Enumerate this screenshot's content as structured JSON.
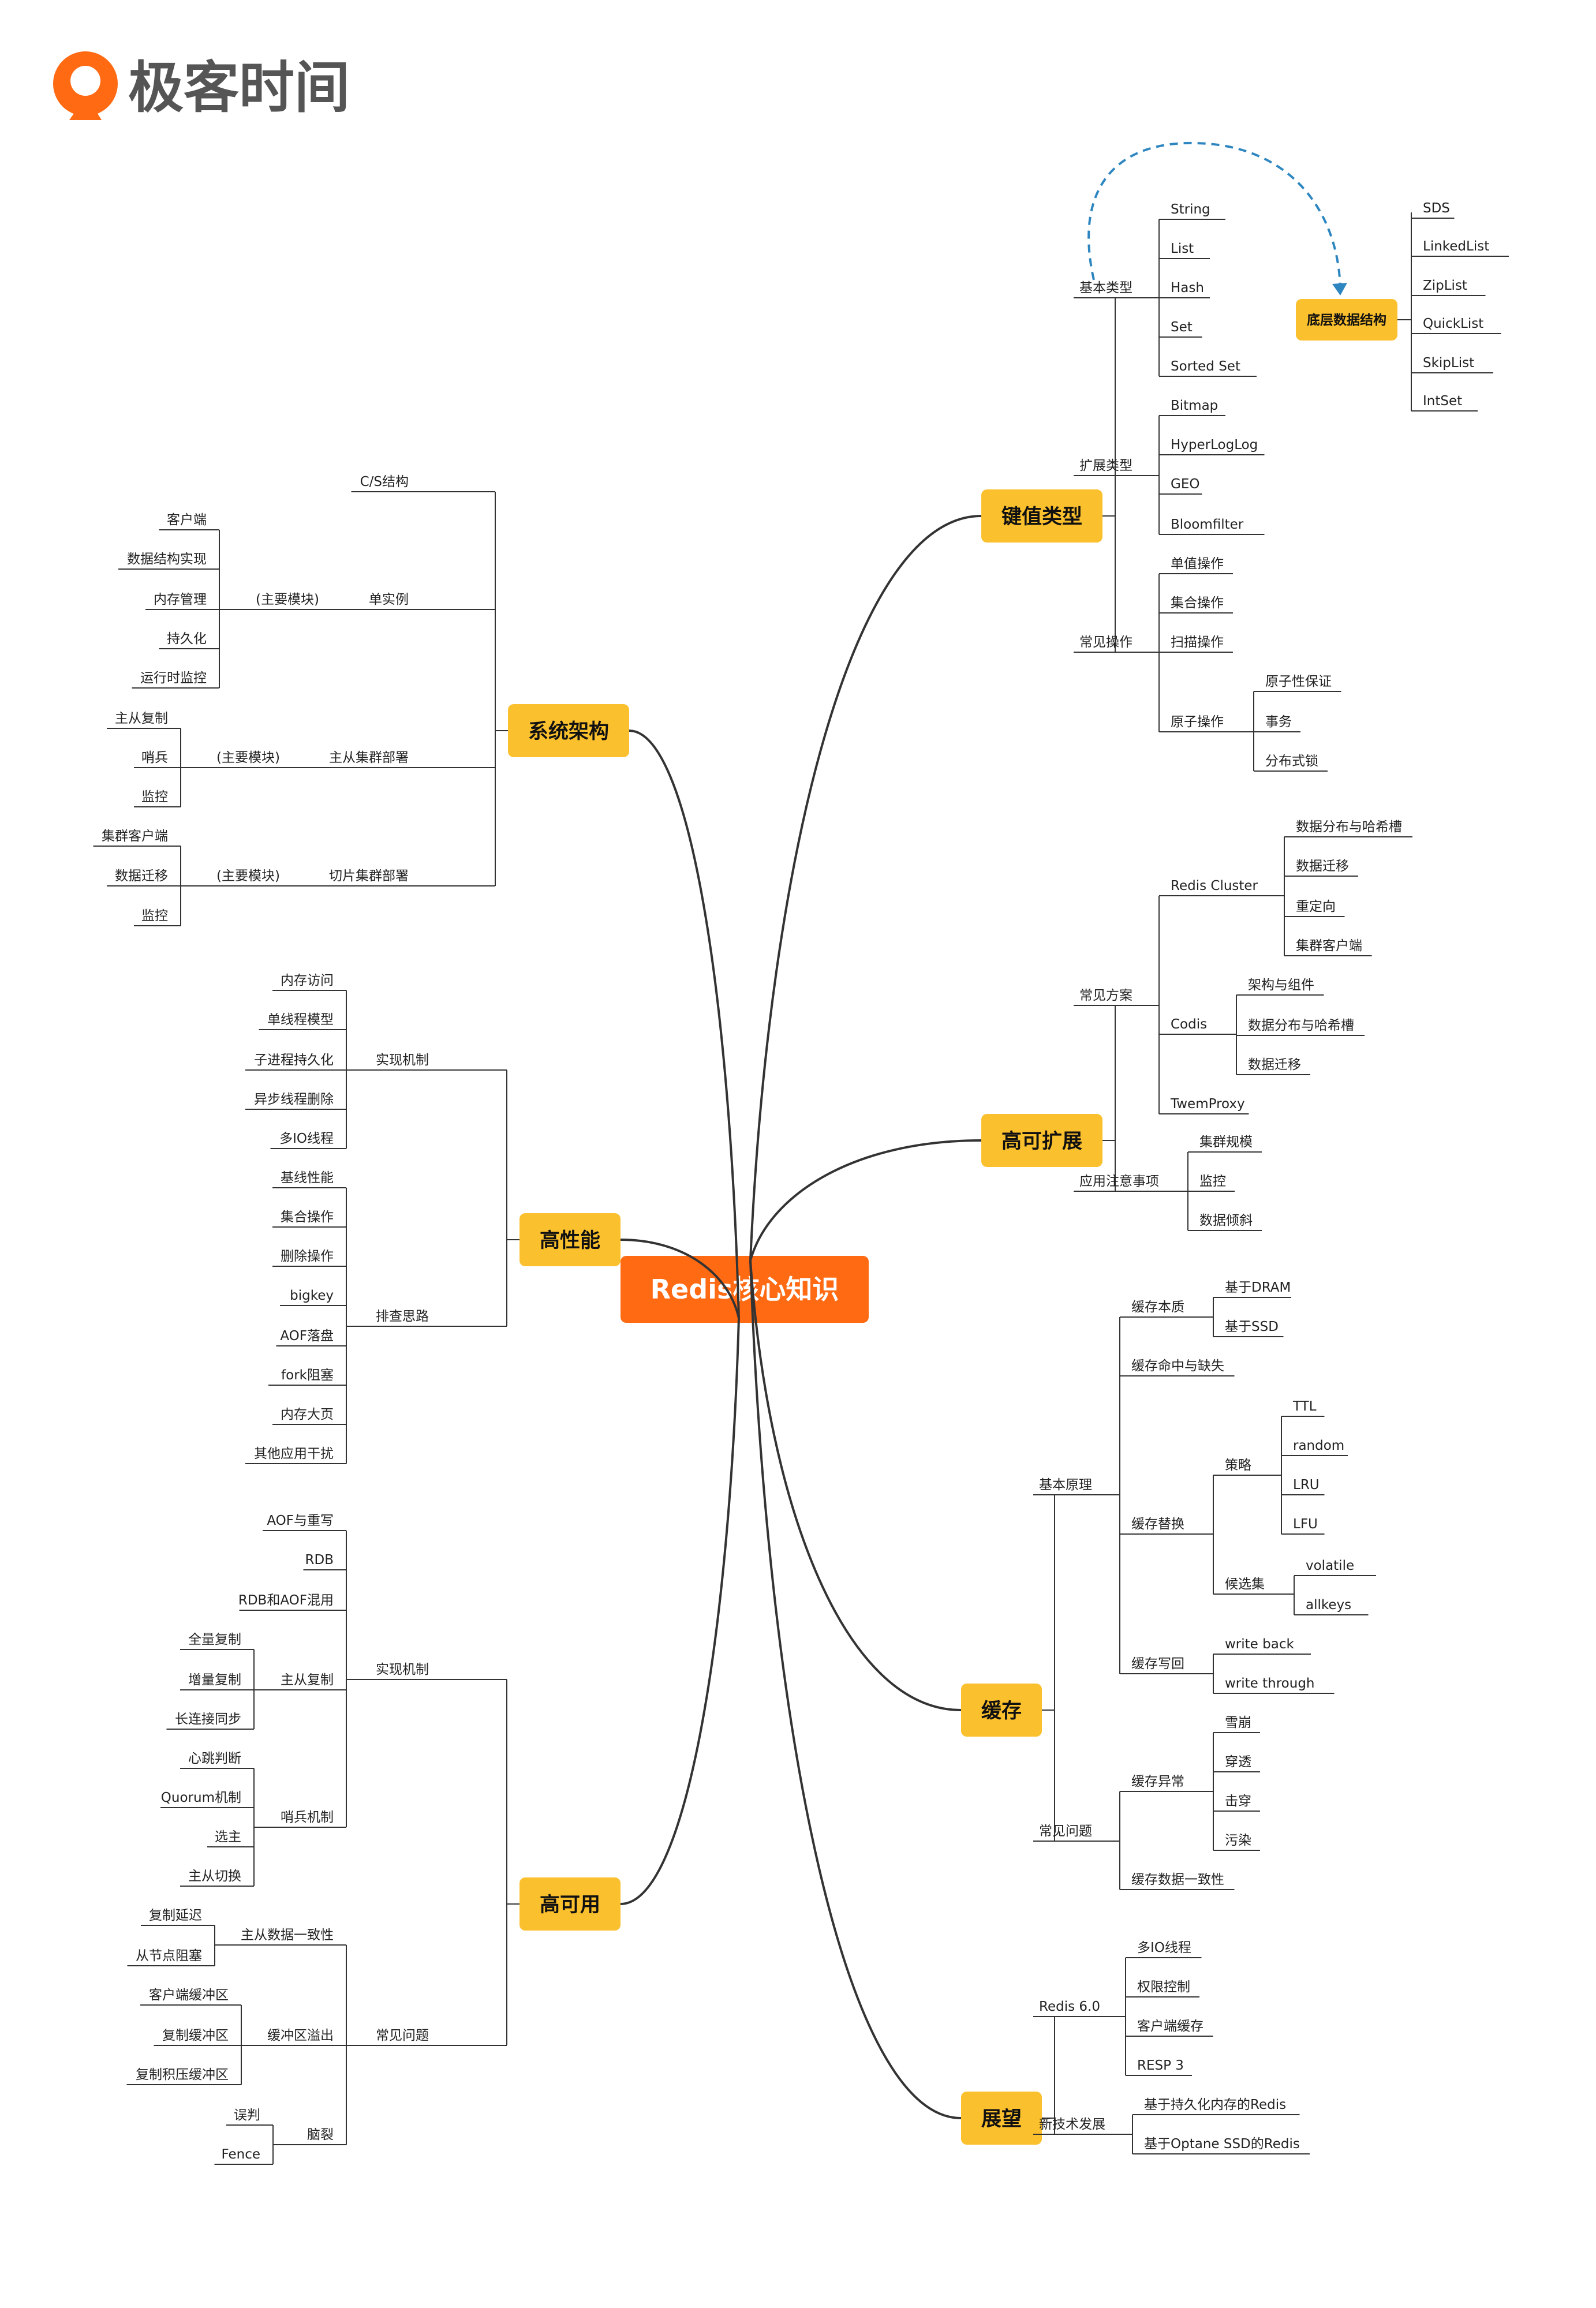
{
  "brand": {
    "name": "极客时间",
    "icon": "geektime-logo-icon",
    "color": "#F06A1B"
  },
  "colors": {
    "center": "#FF6A13",
    "main": "#FBC02D",
    "line": "#333333",
    "arrow": "#2E86C1"
  },
  "mindmap": {
    "center": "Redis核心知识",
    "branches": [
      {
        "label": "键值类型",
        "children": [
          {
            "label": "基本类型",
            "children": [
              "String",
              "List",
              "Hash",
              "Set",
              "Sorted Set"
            ]
          },
          {
            "label": "扩展类型",
            "children": [
              "Bitmap",
              "HyperLogLog",
              "GEO",
              "Bloomfilter"
            ]
          },
          {
            "label": "常见操作",
            "children": [
              "单值操作",
              "集合操作",
              "扫描操作",
              {
                "label": "原子操作",
                "children": [
                  "原子性保证",
                  "事务",
                  "分布式锁"
                ]
              }
            ]
          }
        ]
      },
      {
        "label": "高可扩展",
        "children": [
          {
            "label": "常见方案",
            "children": [
              {
                "label": "Redis Cluster",
                "children": [
                  "数据分布与哈希槽",
                  "数据迁移",
                  "重定向",
                  "集群客户端"
                ]
              },
              {
                "label": "Codis",
                "children": [
                  "架构与组件",
                  "数据分布与哈希槽",
                  "数据迁移"
                ]
              },
              "TwemProxy"
            ]
          },
          {
            "label": "应用注意事项",
            "children": [
              "集群规模",
              "监控",
              "数据倾斜"
            ]
          }
        ]
      },
      {
        "label": "缓存",
        "children": [
          {
            "label": "基本原理",
            "children": [
              {
                "label": "缓存本质",
                "children": [
                  "基于DRAM",
                  "基于SSD"
                ]
              },
              "缓存命中与缺失",
              {
                "label": "缓存替换",
                "children": [
                  {
                    "label": "策略",
                    "children": [
                      "TTL",
                      "random",
                      "LRU",
                      "LFU"
                    ]
                  },
                  {
                    "label": "候选集",
                    "children": [
                      "volatile",
                      "allkeys"
                    ]
                  }
                ]
              },
              {
                "label": "缓存写回",
                "children": [
                  "write back",
                  "write through"
                ]
              }
            ]
          },
          {
            "label": "常见问题",
            "children": [
              {
                "label": "缓存异常",
                "children": [
                  "雪崩",
                  "穿透",
                  "击穿",
                  "污染"
                ]
              },
              "缓存数据一致性"
            ]
          }
        ]
      },
      {
        "label": "展望",
        "children": [
          {
            "label": "Redis 6.0",
            "children": [
              "多IO线程",
              "权限控制",
              "客户端缓存",
              "RESP 3"
            ]
          },
          {
            "label": "新技术发展",
            "children": [
              "基于持久化内存的Redis",
              "基于Optane SSD的Redis"
            ]
          }
        ]
      },
      {
        "label": "系统架构",
        "children": [
          "C/S结构",
          {
            "label": "单实例",
            "children": [
              {
                "label": "(主要模块)",
                "children": [
                  "客户端",
                  "数据结构实现",
                  "内存管理",
                  "持久化",
                  "运行时监控"
                ]
              }
            ]
          },
          {
            "label": "主从集群部署",
            "children": [
              {
                "label": "(主要模块)",
                "children": [
                  "主从复制",
                  "哨兵",
                  "监控"
                ]
              }
            ]
          },
          {
            "label": "切片集群部署",
            "children": [
              {
                "label": "(主要模块)",
                "children": [
                  "集群客户端",
                  "数据迁移",
                  "监控"
                ]
              }
            ]
          }
        ]
      },
      {
        "label": "高性能",
        "children": [
          {
            "label": "实现机制",
            "children": [
              "内存访问",
              "单线程模型",
              "子进程持久化",
              "异步线程删除",
              "多IO线程"
            ]
          },
          {
            "label": "排查思路",
            "children": [
              "基线性能",
              "集合操作",
              "删除操作",
              "bigkey",
              "AOF落盘",
              "fork阻塞",
              "内存大页",
              "其他应用干扰"
            ]
          }
        ]
      },
      {
        "label": "高可用",
        "children": [
          {
            "label": "实现机制",
            "children": [
              "AOF与重写",
              "RDB",
              "RDB和AOF混用",
              {
                "label": "主从复制",
                "children": [
                  "全量复制",
                  "增量复制",
                  "长连接同步"
                ]
              },
              {
                "label": "哨兵机制",
                "children": [
                  "心跳判断",
                  "Quorum机制",
                  "选主",
                  "主从切换"
                ]
              }
            ]
          },
          {
            "label": "常见问题",
            "children": [
              {
                "label": "主从数据一致性",
                "children": [
                  "复制延迟",
                  "从节点阻塞"
                ]
              },
              {
                "label": "缓冲区溢出",
                "children": [
                  "客户端缓冲区",
                  "复制缓冲区",
                  "复制积压缓冲区"
                ]
              },
              {
                "label": "脑裂",
                "children": [
                  "误判",
                  "Fence"
                ]
              }
            ]
          }
        ]
      }
    ],
    "side_node": {
      "label": "底层数据结构",
      "children": [
        "SDS",
        "LinkedList",
        "ZipList",
        "QuickList",
        "SkipList",
        "IntSet"
      ]
    }
  }
}
